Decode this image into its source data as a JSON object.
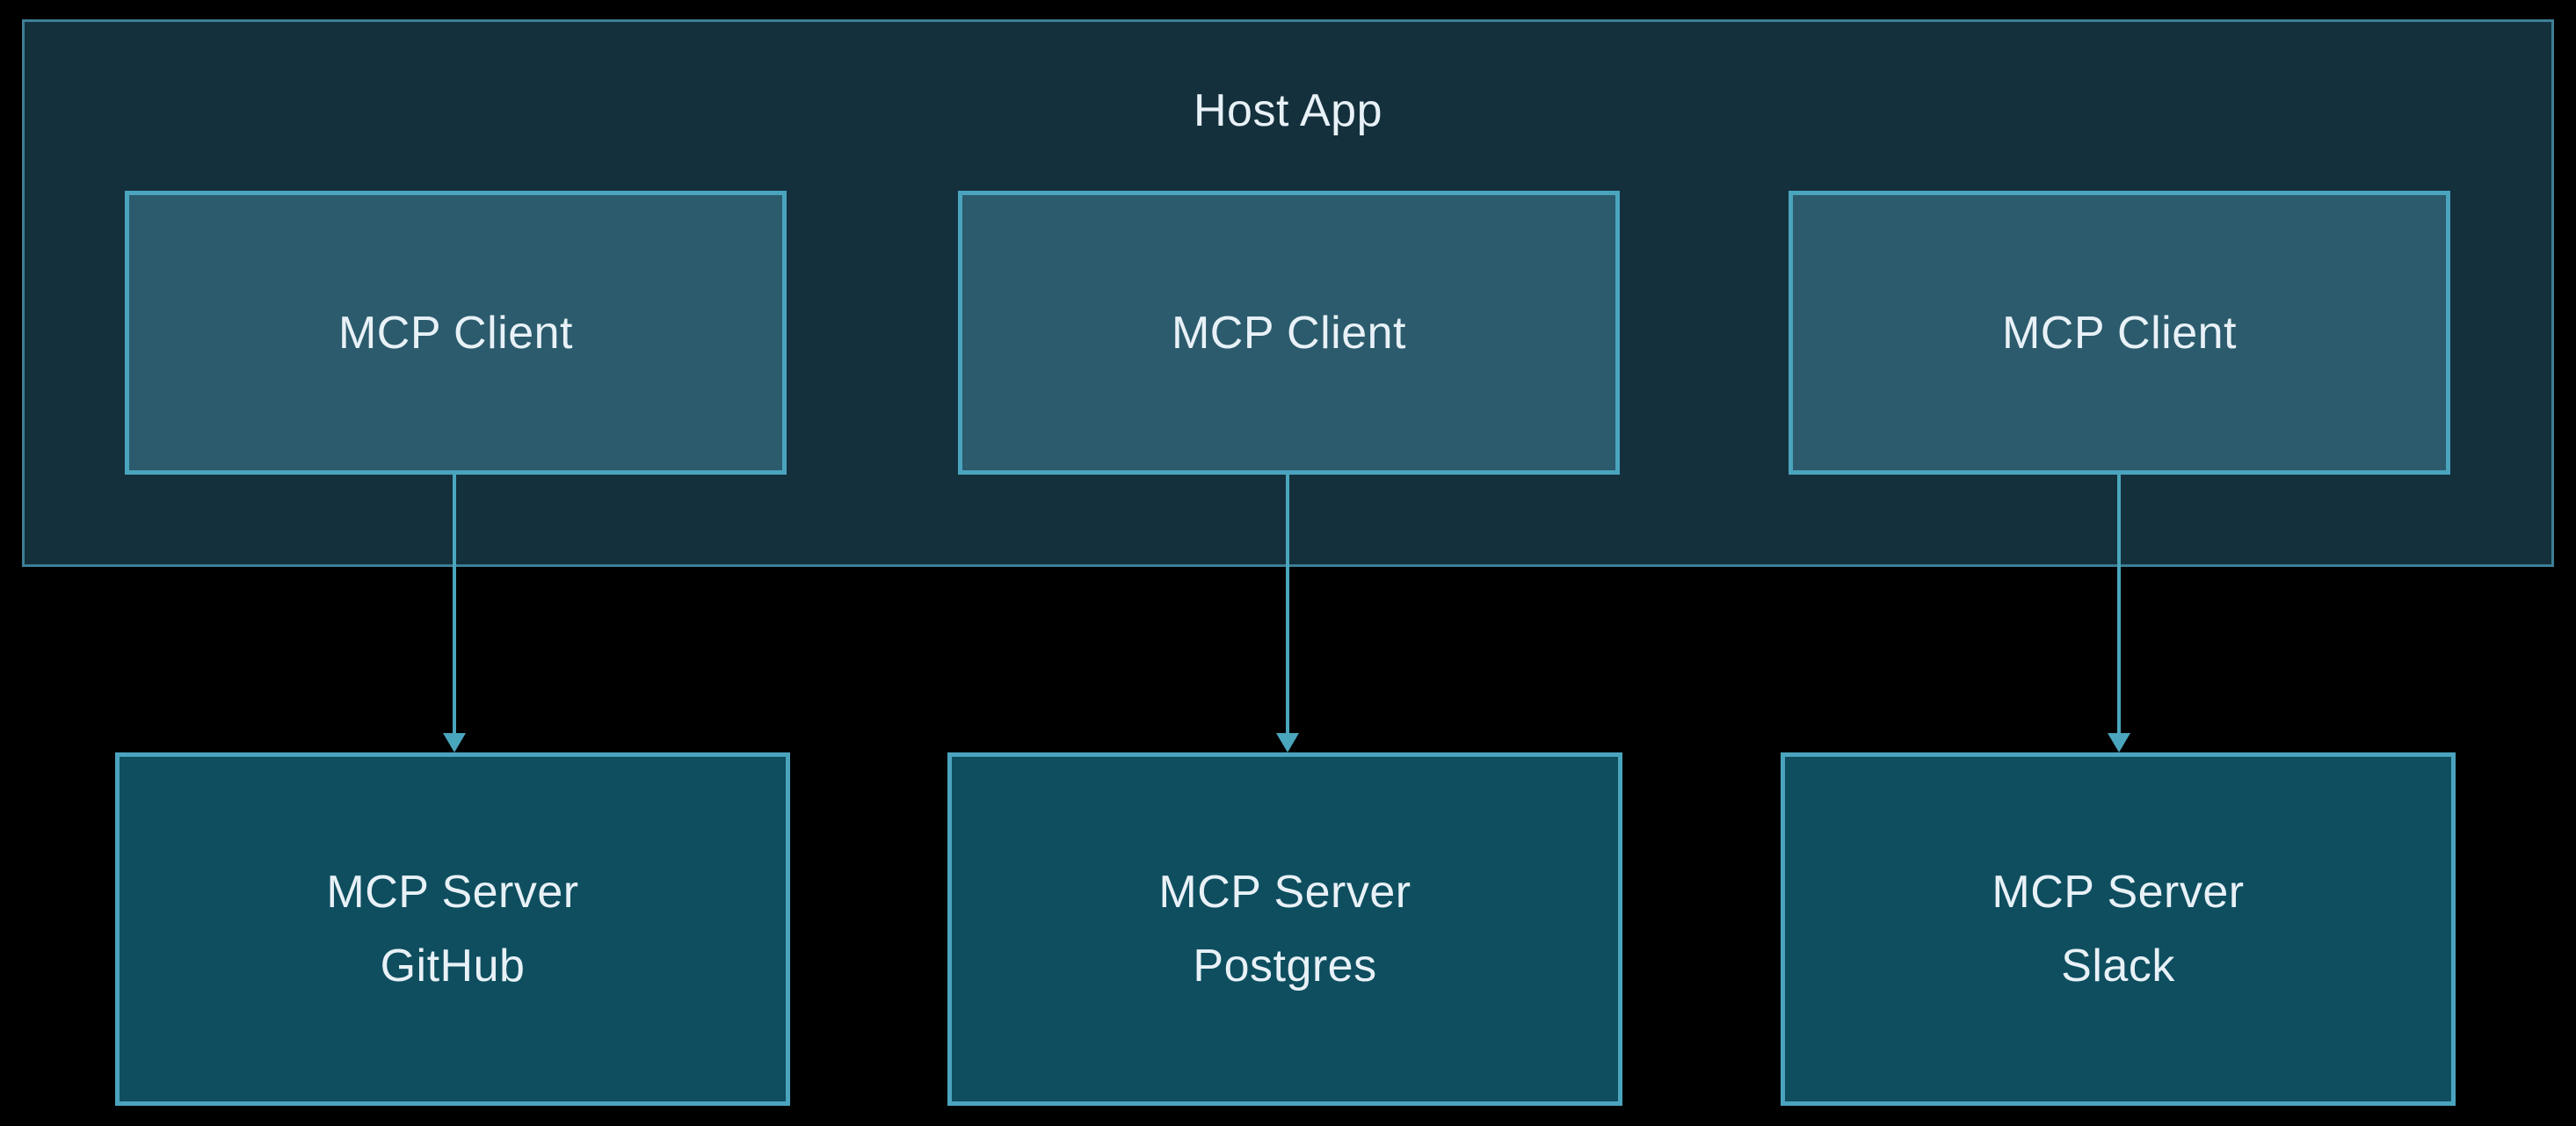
{
  "colors": {
    "background": "#000000",
    "host-fill": "#14303c",
    "host-border": "#3c7f96",
    "client-fill": "#2b5b6c",
    "server-fill": "#0e4e5f",
    "box-border": "#4ba4be",
    "arrow": "#4aa6bd",
    "text": "#e8f1f7"
  },
  "host": {
    "label": "Host App"
  },
  "clients": [
    {
      "label": "MCP Client"
    },
    {
      "label": "MCP Client"
    },
    {
      "label": "MCP Client"
    }
  ],
  "servers": [
    {
      "line1": "MCP Server",
      "line2": "GitHub"
    },
    {
      "line1": "MCP Server",
      "line2": "Postgres"
    },
    {
      "line1": "MCP Server",
      "line2": "Slack"
    }
  ],
  "connections": [
    {
      "from": "mcp-client-1",
      "to": "mcp-server-github"
    },
    {
      "from": "mcp-client-2",
      "to": "mcp-server-postgres"
    },
    {
      "from": "mcp-client-3",
      "to": "mcp-server-slack"
    }
  ]
}
